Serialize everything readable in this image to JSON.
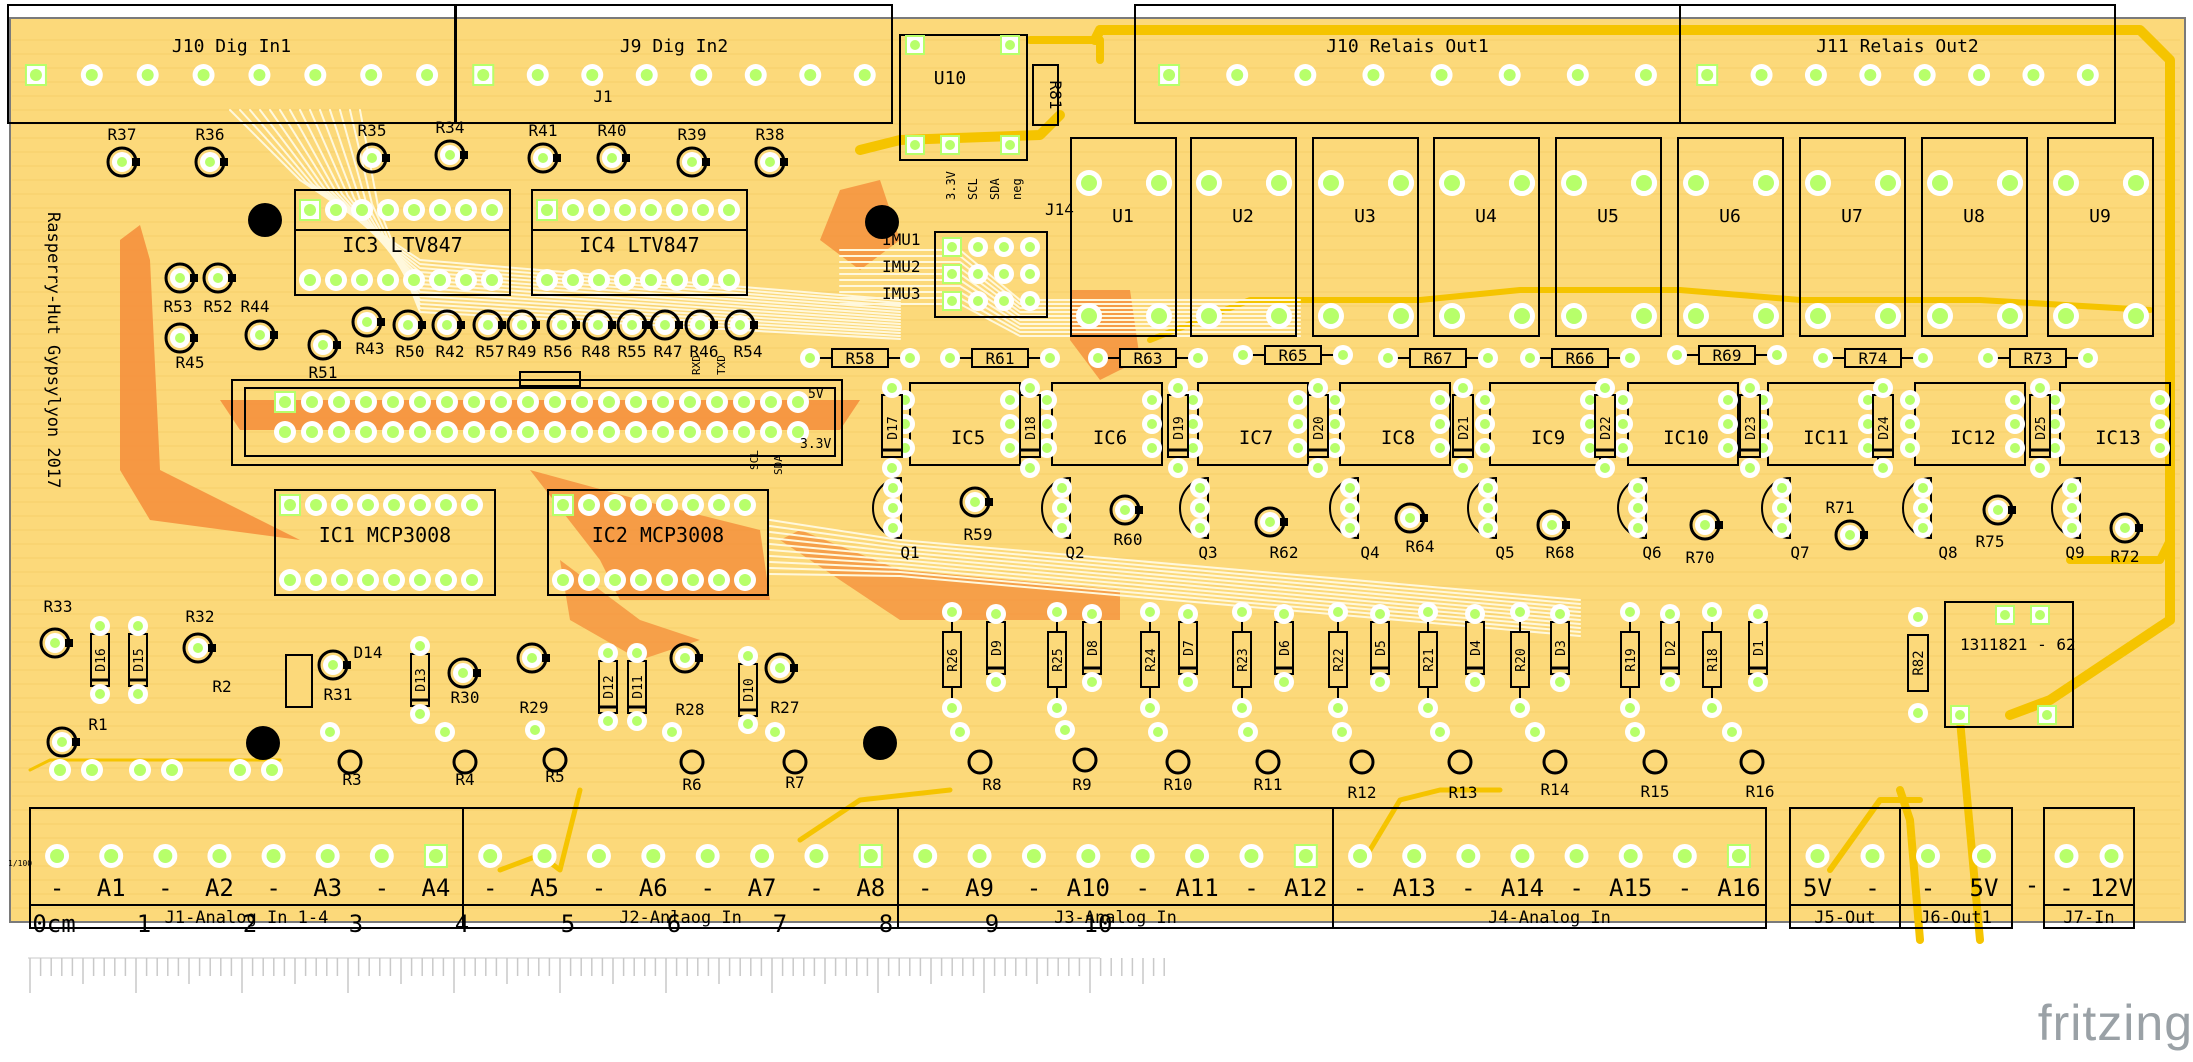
{
  "colors": {
    "board": "#fcd97a",
    "copper_top": "#f5c400",
    "copper_bottom": "#f48c3a",
    "pad": "#b7ff6a",
    "silkscreen": "#000000",
    "ruler": "#c9c9c9",
    "brand": "#9aa1a6"
  },
  "board_text": "Rasperry-Hut Gypsylyon 2017",
  "brand": "fritzing",
  "ruler": {
    "unit": "cm",
    "tick_labels": [
      "0cm",
      "1",
      "2",
      "3",
      "4",
      "5",
      "6",
      "7",
      "8",
      "9",
      "10"
    ],
    "tiny_label": "1/100"
  },
  "top_headers": [
    {
      "label": "J10 Dig In1",
      "pins": 8
    },
    {
      "label": "J9 Dig In2",
      "pins": 8
    },
    {
      "label": "J10 Relais Out1",
      "pins": 8
    },
    {
      "label": "J11 Relais Out2",
      "pins": 8
    }
  ],
  "j1_label": "J1",
  "u10_label": "U10",
  "r81_label": "R81",
  "j14_label": "J14",
  "imu_pins": [
    "3.3V",
    "SCL",
    "SDA",
    "neg"
  ],
  "imu_labels": [
    "IMU1",
    "IMU2",
    "IMU3"
  ],
  "relays": [
    "U1",
    "U2",
    "U3",
    "U4",
    "U5",
    "U6",
    "U7",
    "U8",
    "U9"
  ],
  "opto": [
    "IC3 LTV847",
    "IC4 LTV847"
  ],
  "adc": [
    "IC1 MCP3008",
    "IC2 MCP3008"
  ],
  "drivers": [
    "IC5",
    "IC6",
    "IC7",
    "IC8",
    "IC9",
    "IC10",
    "IC11",
    "IC12",
    "IC13"
  ],
  "diodes_upper": [
    "D17",
    "D18",
    "D19",
    "D20",
    "D21",
    "D22",
    "D23",
    "D24",
    "D25"
  ],
  "resistors_upper": [
    "R58",
    "R61",
    "R63",
    "R65",
    "R67",
    "R66",
    "R69",
    "R74",
    "R73"
  ],
  "transistors": [
    "Q1",
    "Q2",
    "Q3",
    "Q4",
    "Q5",
    "Q6",
    "Q7",
    "Q8",
    "Q9"
  ],
  "transistor_resistors": [
    "R59",
    "R60",
    "R62",
    "R64",
    "R68",
    "R70",
    "R71",
    "R75",
    "R72"
  ],
  "r_top_row": [
    "R37",
    "R36",
    "R35",
    "R34",
    "R41",
    "R40",
    "R39",
    "R38"
  ],
  "r_mid_row": [
    "R43",
    "R50",
    "R42",
    "R57",
    "R49",
    "R56",
    "R48",
    "R55",
    "R47",
    "R46",
    "R54"
  ],
  "r_left": [
    "R53",
    "R52",
    "R44",
    "R45",
    "R51"
  ],
  "gpio_labels": [
    "RXD",
    "TXD",
    "5V",
    "SCL",
    "SDA",
    "3.3V"
  ],
  "left_lower": [
    {
      "id": "R33"
    },
    {
      "id": "D16"
    },
    {
      "id": "D15"
    },
    {
      "id": "R32"
    },
    {
      "id": "R2"
    },
    {
      "id": "R1"
    },
    {
      "id": "D14"
    },
    {
      "id": "R31"
    },
    {
      "id": "D13"
    },
    {
      "id": "R30"
    },
    {
      "id": "R29"
    },
    {
      "id": "D12"
    },
    {
      "id": "D11"
    },
    {
      "id": "R28"
    },
    {
      "id": "D10"
    },
    {
      "id": "R27"
    }
  ],
  "mid_lower_r": [
    "R26",
    "R25",
    "R24",
    "R23",
    "R22",
    "R21",
    "R20",
    "R19",
    "R18"
  ],
  "mid_lower_d": [
    "D9",
    "D8",
    "D7",
    "D6",
    "D5",
    "D4",
    "D3",
    "D2",
    "D1"
  ],
  "bottom_r": [
    "R3",
    "R4",
    "R5",
    "R6",
    "R7",
    "R8",
    "R9",
    "R10",
    "R11",
    "R12",
    "R13",
    "R14",
    "R15",
    "R16"
  ],
  "r82": "R82",
  "module_label": "1311821 - 62",
  "bottom_connectors": [
    {
      "label": "J1-Analog In 1-4",
      "pins": [
        "-",
        "A1",
        "-",
        "A2",
        "-",
        "A3",
        "-",
        "A4"
      ]
    },
    {
      "label": "J2-Anlaog In",
      "pins": [
        "-",
        "A5",
        "-",
        "A6",
        "-",
        "A7",
        "-",
        "A8"
      ]
    },
    {
      "label": "J3-Analog In",
      "pins": [
        "-",
        "A9",
        "-",
        "A10",
        "-",
        "A11",
        "-",
        "A12"
      ]
    },
    {
      "label": "J4-Analog In",
      "pins": [
        "-",
        "A13",
        "-",
        "A14",
        "-",
        "A15",
        "-",
        "A16"
      ]
    },
    {
      "label": "J5-Out",
      "pins": [
        "5V",
        "-"
      ]
    },
    {
      "label": "J6-Out1",
      "pins": [
        "-",
        "5V"
      ]
    },
    {
      "label": "J7-In",
      "pins": [
        "-",
        "12V"
      ]
    }
  ]
}
